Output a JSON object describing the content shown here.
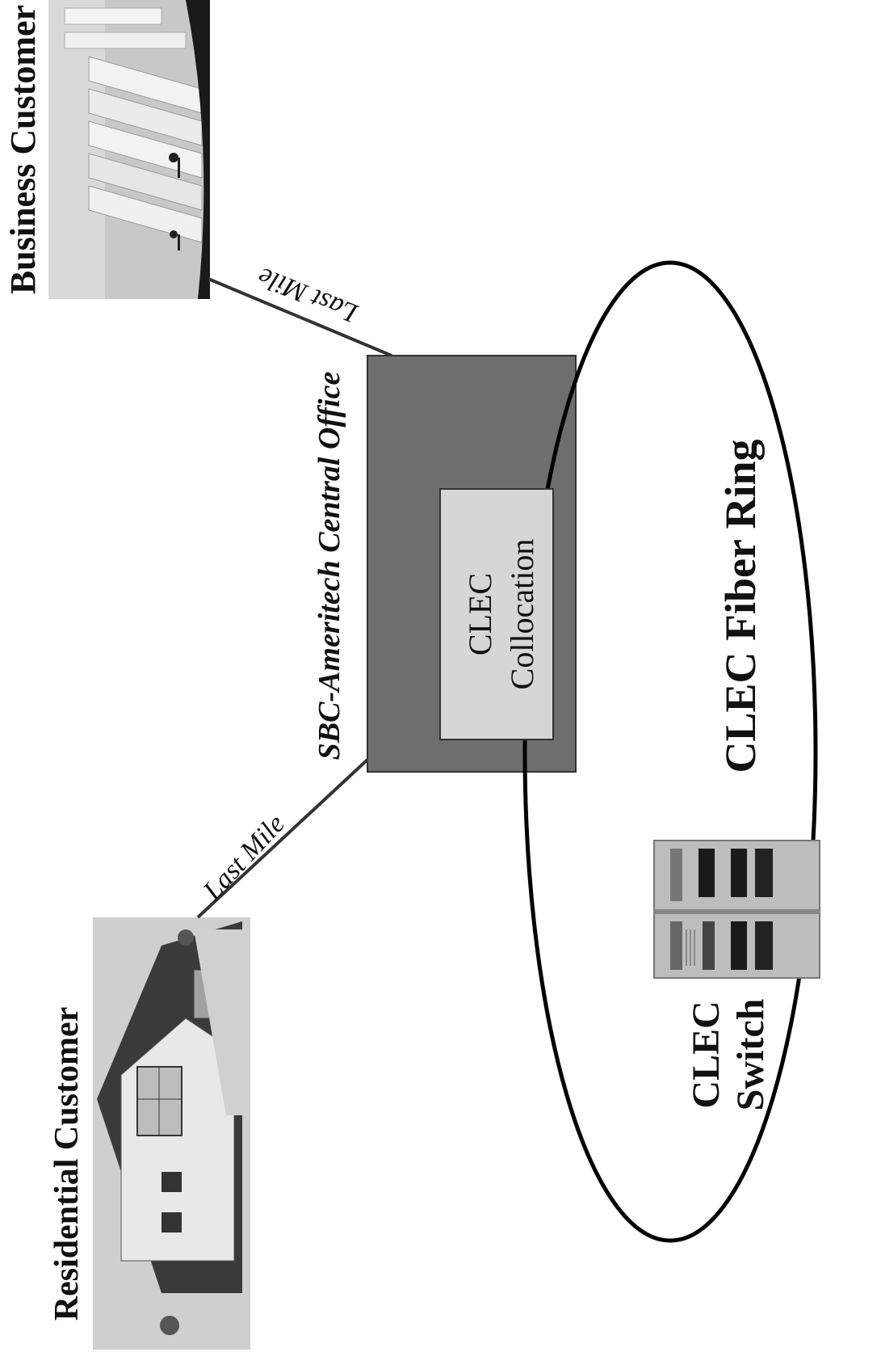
{
  "diagram": {
    "residential_customer": "Residential Customer",
    "business_customer": "Business Customer",
    "last_mile_left": "Last Mile",
    "last_mile_right": "Last Mile",
    "central_office": "SBC-Ameritech Central Office",
    "collocation_line1": "CLEC",
    "collocation_line2": "Collocation",
    "fiber_ring": "CLEC Fiber Ring",
    "switch_line1": "CLEC",
    "switch_line2": "Switch"
  },
  "colors": {
    "central_office_fill": "#6e6e6e",
    "collocation_fill": "#d6d6d6",
    "ring_stroke": "#000000"
  }
}
